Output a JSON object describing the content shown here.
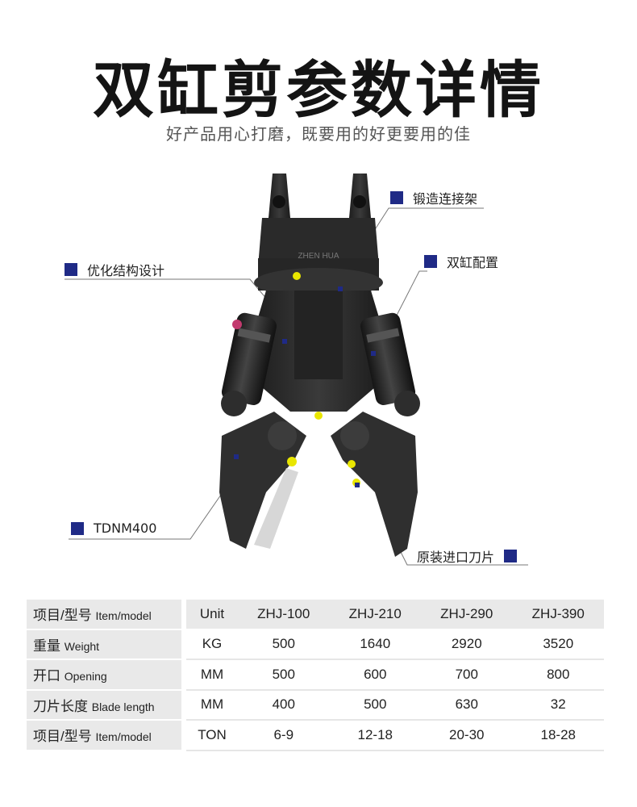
{
  "header": {
    "title": "双缸剪参数详情",
    "subtitle": "好产品用心打磨，既要用的好更要用的佳"
  },
  "callouts": {
    "forged_bracket": "锻造连接架",
    "optimized_design": "优化结构设计",
    "dual_cylinder": "双缸配置",
    "steel": "TDNM400",
    "blade": "原装进口刀片"
  },
  "watermark": "ZHEN HUA",
  "colors": {
    "accent": "#1f2a86",
    "machine": "#2b2b2b",
    "yellow": "#e9e600"
  },
  "table": {
    "header": {
      "label_cn": "项目/型号",
      "label_en": "Item/model",
      "unit": "Unit",
      "models": [
        "ZHJ-100",
        "ZHJ-210",
        "ZHJ-290",
        "ZHJ-390"
      ]
    },
    "rows": [
      {
        "label_cn": "重量",
        "label_en": "Weight",
        "unit": "KG",
        "values": [
          "500",
          "1640",
          "2920",
          "3520"
        ]
      },
      {
        "label_cn": "开口",
        "label_en": "Opening",
        "unit": "MM",
        "values": [
          "500",
          "600",
          "700",
          "800"
        ]
      },
      {
        "label_cn": "刀片长度",
        "label_en": "Blade length",
        "unit": "MM",
        "values": [
          "400",
          "500",
          "630",
          "32"
        ]
      },
      {
        "label_cn": "项目/型号",
        "label_en": "Item/model",
        "unit": "TON",
        "values": [
          "6-9",
          "12-18",
          "20-30",
          "18-28"
        ]
      }
    ]
  }
}
